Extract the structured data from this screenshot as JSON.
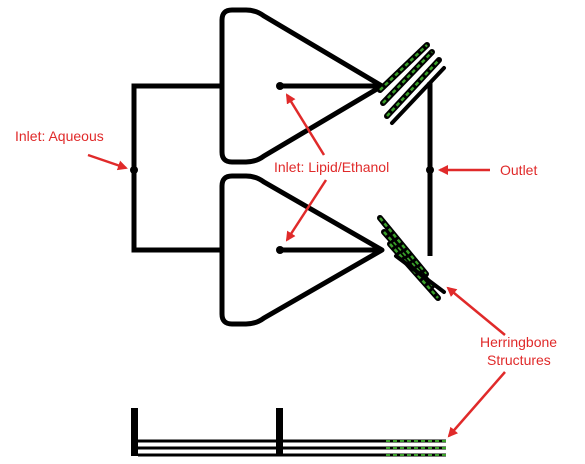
{
  "labels": {
    "inlet_aqueous": "Inlet: Aqueous",
    "inlet_lipid": "Inlet: Lipid/Ethanol",
    "outlet": "Outlet",
    "herringbone_line1": "Herringbone",
    "herringbone_line2": "Structures"
  },
  "colors": {
    "channel": "#000000",
    "herringbone": "#3aa02a",
    "annotation": "#e02a2a",
    "background": "#ffffff"
  }
}
